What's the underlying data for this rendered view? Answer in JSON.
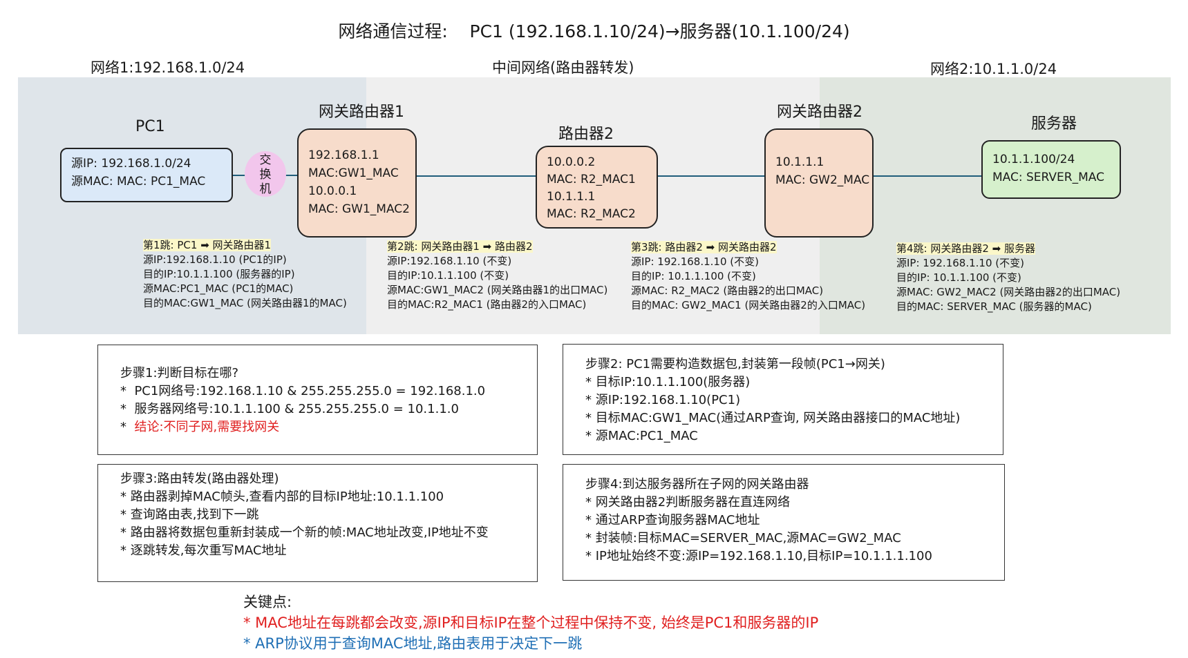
{
  "title": "网络通信过程:    PC1 (192.168.1.10/24)→服务器(10.1.100/24)",
  "networks": {
    "left": "网络1:192.168.1.0/24",
    "middle": "中间网络(路由器转发)",
    "right": "网络2:10.1.1.0/24"
  },
  "nodes": {
    "pc1": {
      "title": "PC1",
      "lines": [
        "源IP:  192.168.1.0/24",
        "源MAC: MAC: PC1_MAC"
      ]
    },
    "switch": {
      "chars": [
        "交",
        "换",
        "机"
      ]
    },
    "gw1": {
      "title": "网关路由器1",
      "lines": [
        "192.168.1.1",
        "MAC:GW1_MAC",
        "10.0.0.1",
        "MAC: GW1_MAC2"
      ]
    },
    "r2": {
      "title": "路由器2",
      "lines": [
        "10.0.0.2",
        "MAC: R2_MAC1",
        "10.1.1.1",
        "MAC: R2_MAC2"
      ]
    },
    "gw2": {
      "title": "网关路由器2",
      "lines": [
        "10.1.1.1",
        "MAC: GW2_MAC"
      ]
    },
    "server": {
      "title": "服务器",
      "lines": [
        "10.1.1.100/24",
        "MAC: SERVER_MAC"
      ]
    }
  },
  "hops": [
    {
      "title": "第1跳: PC1 ➡ 网关路由器1",
      "lines": [
        "源IP:192.168.1.10 (PC1的IP)",
        "目的IP:10.1.1.100 (服务器的IP)",
        "源MAC:PC1_MAC (PC1的MAC)",
        "目的MAC:GW1_MAC (网关路由器1的MAC)"
      ]
    },
    {
      "title": "第2跳: 网关路由器1 ➡ 路由器2",
      "lines": [
        "源IP:192.168.1.10 (不变)",
        "目的IP:10.1.1.100 (不变)",
        "源MAC:GW1_MAC2 (网关路由器1的出口MAC)",
        "目的MAC:R2_MAC1 (路由器2的入口MAC)"
      ]
    },
    {
      "title": "第3跳: 路由器2 ➡ 网关路由器2",
      "lines": [
        "源IP: 192.168.1.10 (不变)",
        "目的IP: 10.1.1.100 (不变)",
        "源MAC: R2_MAC2 (路由器2的出口MAC)",
        "目的MAC: GW2_MAC1 (网关路由器2的入口MAC)"
      ]
    },
    {
      "title": "第4跳: 网关路由器2 ➡ 服务器",
      "lines": [
        "源IP: 192.168.1.10 (不变)",
        "目的IP: 10.1.1.100 (不变)",
        "源MAC: GW2_MAC2 (网关路由器2的出口MAC)",
        "目的MAC: SERVER_MAC (服务器的MAC)"
      ]
    }
  ],
  "steps": {
    "step1": {
      "title": "步骤1:判断目标在哪?",
      "lines": [
        "*  PC1网络号:192.168.1.10 & 255.255.255.0 = 192.168.1.0",
        "*  服务器网络号:10.1.1.100 & 255.255.255.0 = 10.1.1.0"
      ],
      "conclusion_bullet": "*  ",
      "conclusion": "结论:不同子网,需要找网关"
    },
    "step2": {
      "title": "步骤2: PC1需要构造数据包,封装第一段帧(PC1→网关)",
      "lines": [
        "* 目标IP:10.1.1.100(服务器)",
        "* 源IP:192.168.1.10(PC1)",
        "* 目标MAC:GW1_MAC(通过ARP查询, 网关路由器接口的MAC地址)",
        "* 源MAC:PC1_MAC"
      ]
    },
    "step3": {
      "title": "步骤3:路由转发(路由器处理)",
      "lines": [
        "* 路由器剥掉MAC帧头,查看内部的目标IP地址:10.1.1.100",
        "* 查询路由表,找到下一跳",
        "* 路由器将数据包重新封装成一个新的帧:MAC地址改变,IP地址不变",
        "* 逐跳转发,每次重写MAC地址"
      ]
    },
    "step4": {
      "title": "步骤4:到达服务器所在子网的网关路由器",
      "lines": [
        "* 网关路由器2判断服务器在直连网络",
        "* 通过ARP查询服务器MAC地址",
        "* 封装帧:目标MAC=SERVER_MAC,源MAC=GW2_MAC",
        "* IP地址始终不变:源IP=192.168.1.10,目标IP=10.1.1.1.100"
      ]
    }
  },
  "key_points": {
    "title": "关键点:",
    "red": "* MAC地址在每跳都会改变,源IP和目标IP在整个过程中保持不变, 始终是PC1和服务器的IP",
    "blue": "* ARP协议用于查询MAC地址,路由表用于决定下一跳"
  },
  "colors": {
    "highlight_red": "#e02020",
    "highlight_blue": "#1f6fb5",
    "link": "#1f5d7a"
  }
}
